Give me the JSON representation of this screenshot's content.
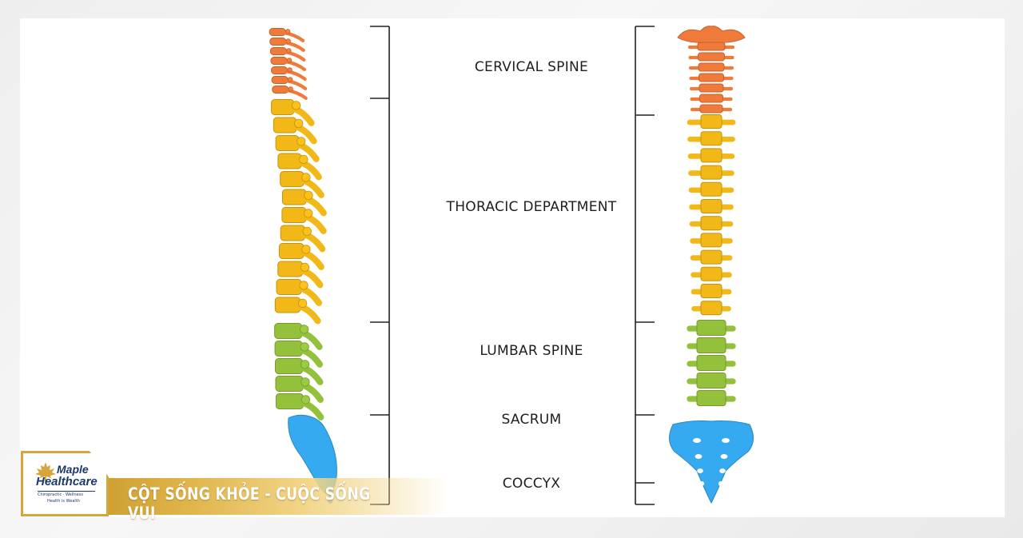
{
  "labels": {
    "cervical": "CERVICAL SPINE",
    "thoracic": "THORACIC DEPARTMENT",
    "lumbar": "LUMBAR SPINE",
    "sacrum": "SACRUM",
    "coccyx": "COCCYX"
  },
  "colors": {
    "cervical": "#f07a3a",
    "thoracic": "#f2b817",
    "lumbar": "#94c13c",
    "sacrum": "#35aaf0",
    "bracket": "#222222",
    "gold": "#d6a63c",
    "brand_blue": "#1b3a6b"
  },
  "logo": {
    "brand_line1": "Maple",
    "brand_line2": "Healthcare",
    "tagline1": "Chiropractic · Wellness",
    "tagline2": "Health is Wealth",
    "icon": "maple-leaf-icon"
  },
  "banner": {
    "slogan": "CỘT SỐNG KHỎE - CUỘC SỐNG VUI"
  }
}
